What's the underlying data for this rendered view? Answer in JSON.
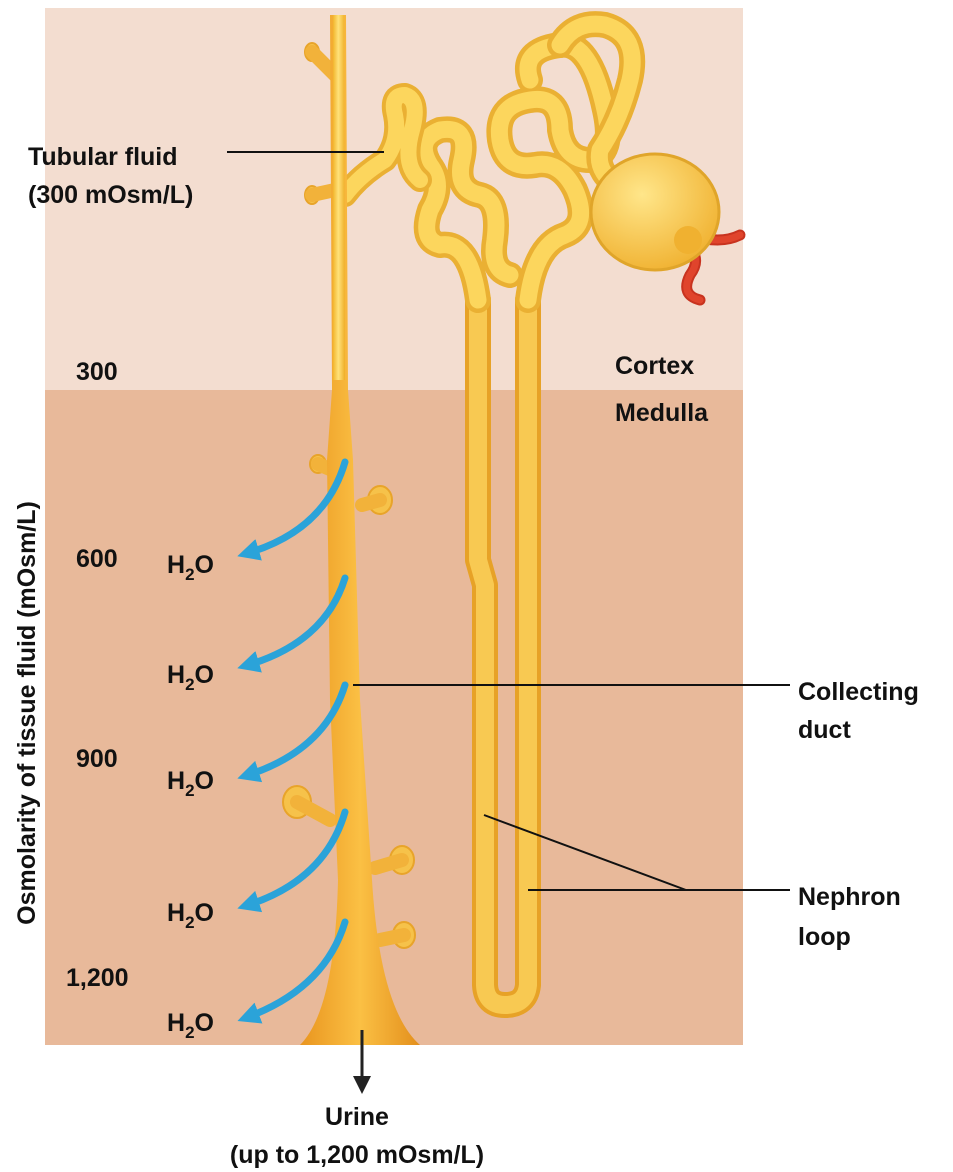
{
  "labels": {
    "tubular_fluid": "Tubular fluid",
    "tubular_fluid_value": "(300 mOsm/L)",
    "cortex": "Cortex",
    "medulla": "Medulla",
    "collecting_line1": "Collecting",
    "collecting_line2": "duct",
    "nephron_line1": "Nephron",
    "nephron_line2": "loop",
    "urine": "Urine",
    "urine_value": "(up to 1,200 mOsm/L)"
  },
  "axis": {
    "title": "Osmolarity of tissue fluid (mOsm/L)",
    "ticks": [
      "300",
      "600",
      "900",
      "1,200"
    ]
  },
  "water": {
    "base": "H",
    "subscript": "2",
    "suffix": "O"
  },
  "colors": {
    "cortex_bg": "#f3ddd0",
    "medulla_bg": "#e8b99a",
    "tubule": "#f9cd4c",
    "duct": "#f3a932",
    "arrow": "#2ba3d9",
    "vessel": "#e0442c"
  }
}
